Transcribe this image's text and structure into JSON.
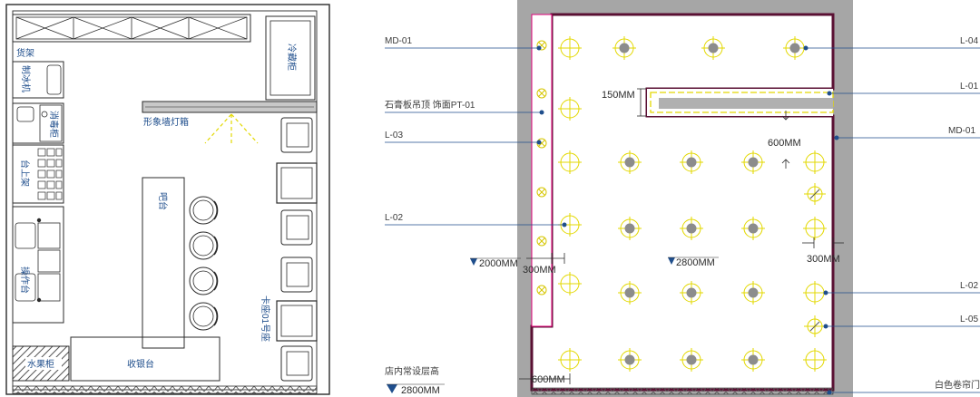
{
  "floor_plan": {
    "labels": {
      "shelf": "货架",
      "ice_machine": "制冰机",
      "disinfection_cabinet": "消毒柜",
      "counter_rack": "台上架",
      "operation_table": "操作台",
      "fruit_cabinet": "水果柜",
      "cashier": "收银台",
      "bar": "吧台",
      "freezer": "冷藏柜",
      "image_wall_lightbox": "形象墙灯箱",
      "card_seat": "卡座01号",
      "card_seat_char": "座"
    }
  },
  "ceiling_plan": {
    "callouts_left": {
      "md01": "MD-01",
      "gypsum": "石膏板吊顶 饰面PT-01",
      "l03": "L-03",
      "l02": "L-02"
    },
    "callouts_right": {
      "l04": "L-04",
      "l01": "L-01",
      "md01": "MD-01",
      "l02": "L-02",
      "l05": "L-05",
      "rolling_door": "白色卷帘门"
    },
    "dimensions": {
      "d150": "150MM",
      "d600_top": "600MM",
      "d300_right": "300MM",
      "d300_left": "300MM",
      "d600_bottom": "600MM",
      "h2000": "2000MM",
      "h2800": "2800MM"
    },
    "legend": {
      "title": "店内常设层高",
      "height": "2800MM"
    }
  },
  "colors": {
    "wall": "#a6a6a6",
    "line": "#2b2b2b",
    "accent_blue": "#1f4e8c",
    "fixture_yellow": "#e3d800",
    "fixture_grey": "#8c8c8c",
    "trim_magenta": "#e0007a",
    "trim_dark": "#5a1033"
  }
}
